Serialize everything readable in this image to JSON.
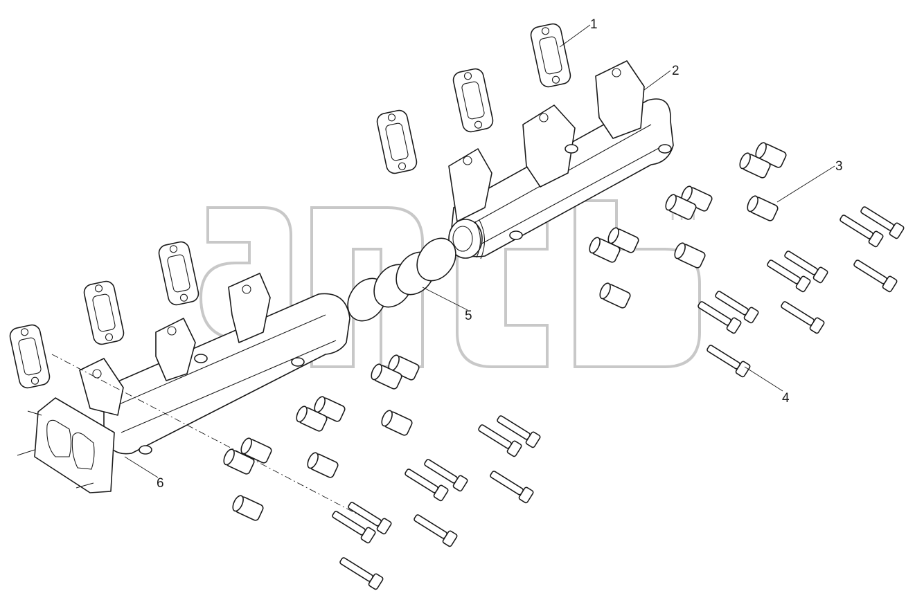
{
  "diagram": {
    "callouts": [
      {
        "id": "1",
        "label": "1"
      },
      {
        "id": "2",
        "label": "2"
      },
      {
        "id": "3",
        "label": "3"
      },
      {
        "id": "4",
        "label": "4"
      },
      {
        "id": "5",
        "label": "5"
      },
      {
        "id": "6",
        "label": "6"
      }
    ],
    "watermark": {
      "tm": "TM"
    },
    "colors": {
      "line": "#1a1a1a",
      "watermark": "#c8c8c8",
      "background": "#ffffff"
    }
  }
}
